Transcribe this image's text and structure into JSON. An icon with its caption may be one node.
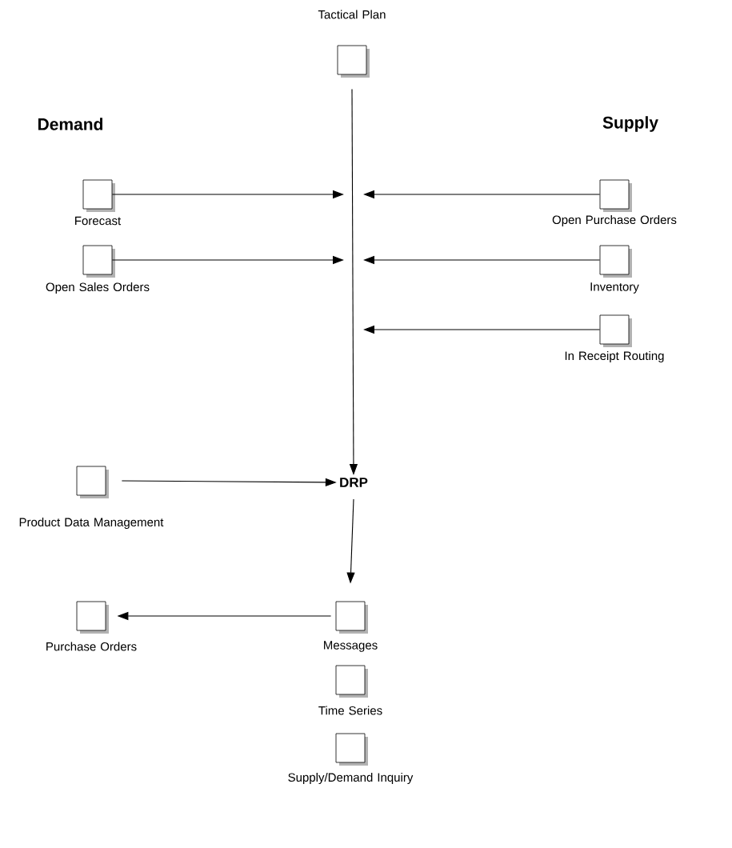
{
  "diagram": {
    "nodes": [
      {
        "text": [
          "Tactical Plan"
        ]
      },
      {
        "text": [
          "Forecast"
        ]
      },
      {
        "text": [
          "Open Sales Orders"
        ]
      },
      {
        "text": [
          "Open Purchase Orders"
        ]
      },
      {
        "text": [
          "Inventory"
        ]
      },
      {
        "text": [
          "In Receipt Routing"
        ]
      },
      {
        "text": [
          "Product Data Management"
        ]
      },
      {
        "text": [
          "DRP"
        ]
      },
      {
        "text": [
          "Messages"
        ]
      },
      {
        "text": [
          "Purchase Orders"
        ]
      },
      {
        "text": [
          "Time Series"
        ]
      },
      {
        "text": [
          "Supply/Demand Inquiry"
        ]
      }
    ],
    "edges": [
      {
        "from": 0,
        "to": 7,
        "arrow": "to"
      },
      {
        "from": 1,
        "to": null,
        "arrow": "to"
      },
      {
        "from": 2,
        "to": null,
        "arrow": "to"
      },
      {
        "from": 3,
        "to": null,
        "arrow": "to"
      },
      {
        "from": 4,
        "to": null,
        "arrow": "to"
      },
      {
        "from": 5,
        "to": null,
        "arrow": "to"
      },
      {
        "from": 6,
        "to": 7,
        "arrow": "to"
      },
      {
        "from": 7,
        "to": 8,
        "arrow": "to"
      },
      {
        "from": 8,
        "to": 9,
        "arrow": "to"
      }
    ],
    "labels": [
      "Demand",
      "Supply"
    ]
  }
}
